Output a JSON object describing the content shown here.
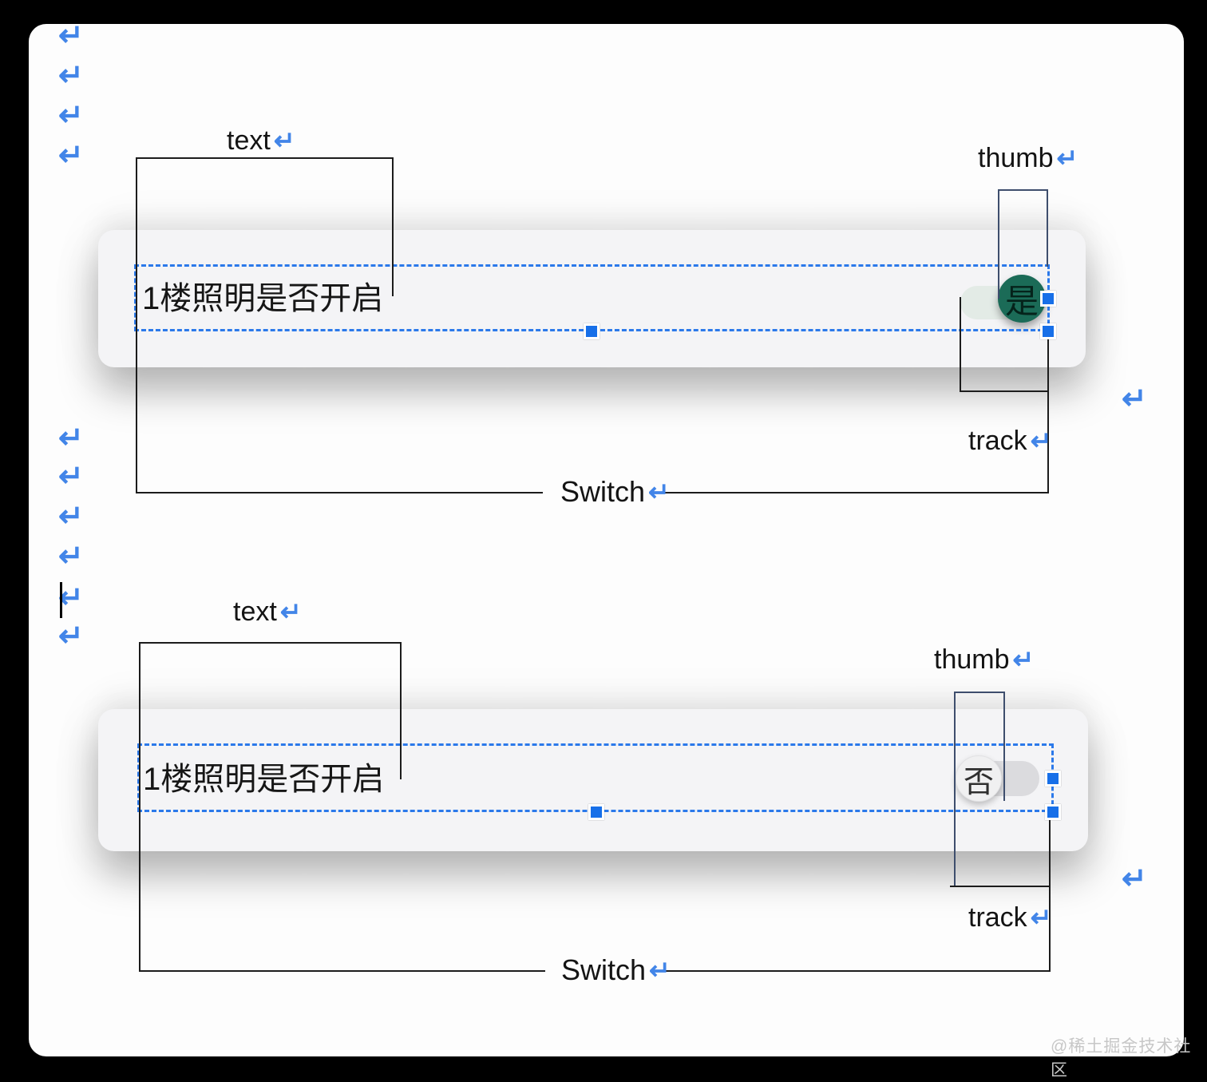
{
  "frame": {
    "watermark": "@稀土掘金技术社区"
  },
  "marks": {
    "return": "↵"
  },
  "colors": {
    "annotation-blue": "#4285e8",
    "selection-blue": "#2b79ea",
    "handle-blue": "#176fe8",
    "line-dark": "#1c1c1c",
    "thumb-bracket": "#3e4e6d",
    "on-thumb": "#1b6b57",
    "on-thumb-text": "#05231b",
    "on-track": "#e3ebe6",
    "off-thumb": "#f0f0f1",
    "off-thumb-text": "#2f2f2f",
    "off-track": "#dbdbde",
    "card-bg": "#f4f4f6"
  },
  "groups": [
    {
      "label_text": "text",
      "label_thumb": "thumb",
      "label_track": "track",
      "label_switch": "Switch",
      "question": "1楼照明是否开启",
      "switch_state": "on",
      "switch_value": "是"
    },
    {
      "label_text": "text",
      "label_thumb": "thumb",
      "label_track": "track",
      "label_switch": "Switch",
      "question": "1楼照明是否开启",
      "switch_state": "off",
      "switch_value": "否"
    }
  ]
}
